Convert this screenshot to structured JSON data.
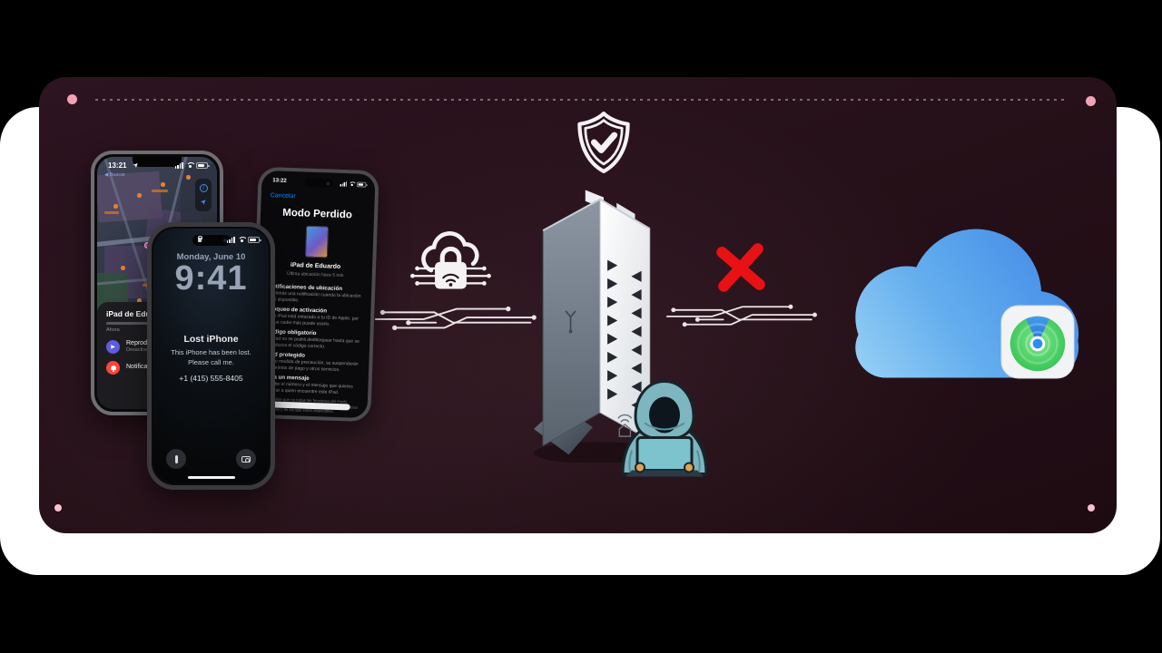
{
  "scene": {
    "description": "Lost Mode security illustration: phones with Find My lost mode, secured router blocking a hacker from reaching iCloud"
  },
  "colors": {
    "panel_bg": "#261019",
    "pink_dot": "#f2a2b6",
    "accent_blue": "#0a84ff",
    "blocked_x_red": "#e81114",
    "icloud_blue_light": "#a7dbf7",
    "icloud_blue_dark": "#3a82e6",
    "findmy_green": "#2dbf4e",
    "hacker_teal": "#7db6be"
  },
  "phone_map": {
    "time": "13:21",
    "back_label": "Buscar",
    "device_name": "iPad de Eduardo",
    "timestamp": "Ahora",
    "actions": [
      {
        "label": "Reproducir sonido",
        "status": "Desactivado"
      },
      {
        "label": "Notificaciones",
        "status": ""
      }
    ]
  },
  "phone_lock": {
    "date": "Monday, June 10",
    "time": "9:41",
    "lost_title": "Lost iPhone",
    "lost_message": "This iPhone has been lost. Please call me.",
    "phone_number": "+1 (415) 555-8405"
  },
  "phone_lost_mode": {
    "time": "13:22",
    "cancel_label": "Cancelar",
    "title": "Modo Perdido",
    "device_name": "iPad de Eduardo",
    "subtitle": "Última ubicación hace 5 min",
    "sections": [
      {
        "title": "Notificaciones de ubicación",
        "body": "Recibirás una notificación cuando la ubicación esté disponible."
      },
      {
        "title": "Bloqueo de activación",
        "body": "Este iPad está enlazado a tu ID de Apple, por lo que nadie más puede usarlo."
      },
      {
        "title": "Código obligatorio",
        "body": "El iPad no se podrá desbloquear hasta que se introduzca el código correcto."
      },
      {
        "title": "iPad protegido",
        "body": "Como medida de precaución, se suspenderán las tarjetas de pago y otros servicios."
      },
      {
        "title": "Deja un mensaje",
        "body": "Escribe el número y el mensaje que quieres mostrar a quien encuentre este iPad."
      }
    ],
    "footer": "Es posible que no todas las funciones del modo Perdido estén disponibles. Dependerá de los servicios que uses y de los que estén disponibles."
  },
  "icons": {
    "shield_check": "shield-with-checkmark",
    "cloud_lock": "cloud-with-wifi-padlock-circuit",
    "blocked": "red-x-mark",
    "router": "white-vertical-router",
    "hacker": "hooded-hacker-with-laptop",
    "icloud": "icloud-cloud",
    "find_my": "find-my-app"
  }
}
